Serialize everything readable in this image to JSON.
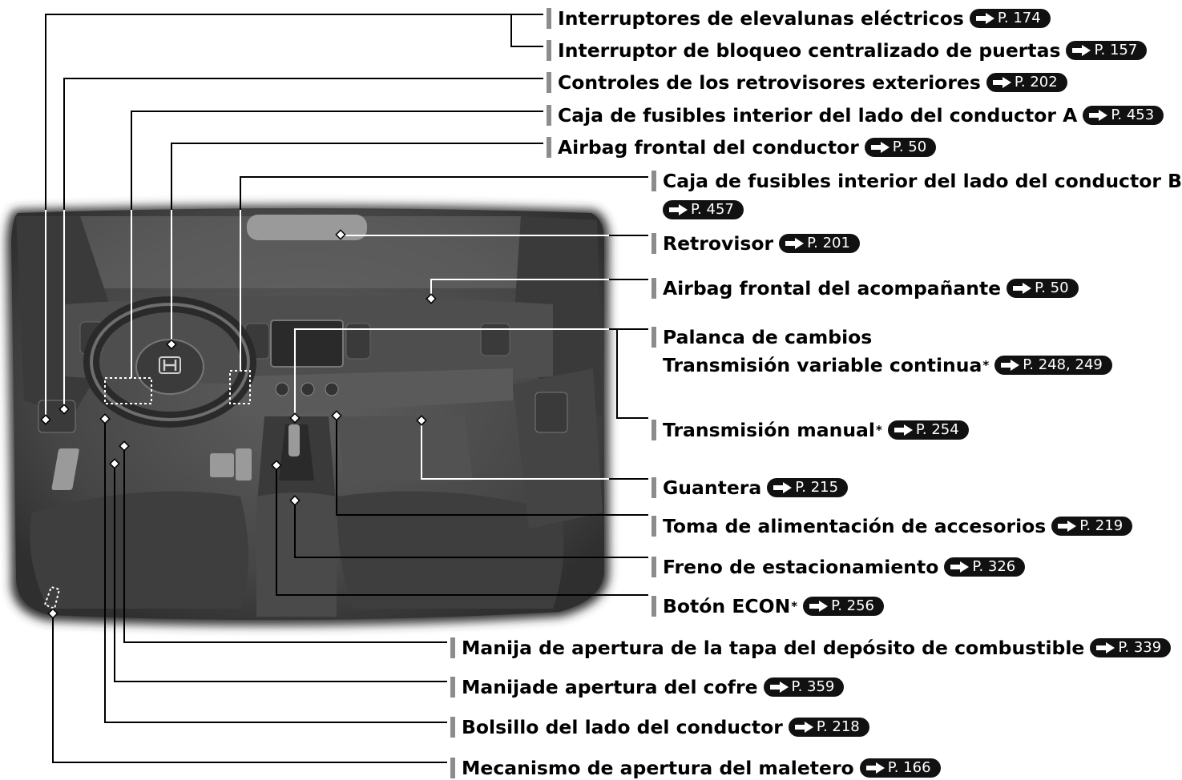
{
  "callouts": [
    {
      "id": "c1",
      "text": "Interruptores de elevalunas eléctricos",
      "ref": "P. 174"
    },
    {
      "id": "c2",
      "text": "Interruptor de bloqueo centralizado de puertas",
      "ref": "P. 157"
    },
    {
      "id": "c3",
      "text": "Controles de los retrovisores exteriores",
      "ref": "P. 202"
    },
    {
      "id": "c4",
      "text": "Caja de fusibles interior del lado del conductor A",
      "ref": "P. 453"
    },
    {
      "id": "c5",
      "text": "Airbag frontal del conductor",
      "ref": "P. 50"
    },
    {
      "id": "c6",
      "text": "Caja de fusibles interior del lado del conductor B",
      "ref": "P. 457"
    },
    {
      "id": "c7",
      "text": "Retrovisor",
      "ref": "P. 201"
    },
    {
      "id": "c8",
      "text": "Airbag frontal del acompañante",
      "ref": "P. 50"
    },
    {
      "id": "c9a",
      "text": "Palanca de cambios"
    },
    {
      "id": "c9b",
      "text": "Transmisión variable continua",
      "star": "*",
      "ref": "P. 248, 249"
    },
    {
      "id": "c10",
      "text": "Transmisión manual",
      "star": "*",
      "ref": "P. 254"
    },
    {
      "id": "c11",
      "text": "Guantera",
      "ref": "P. 215"
    },
    {
      "id": "c12",
      "text": "Toma de alimentación de accesorios",
      "ref": "P. 219"
    },
    {
      "id": "c13",
      "text": "Freno de estacionamiento",
      "ref": "P. 326"
    },
    {
      "id": "c14",
      "text": "Botón ECON",
      "star": "*",
      "ref": "P. 256"
    },
    {
      "id": "c15",
      "text": "Manija de apertura de la tapa del depósito de combustible",
      "ref": "P. 339"
    },
    {
      "id": "c16",
      "text": "Manijade apertura del cofre",
      "ref": "P. 359"
    },
    {
      "id": "c17",
      "text": "Bolsillo del lado del conductor",
      "ref": "P. 218"
    },
    {
      "id": "c18",
      "text": "Mecanismo de apertura del maletero",
      "ref": "P. 166"
    }
  ],
  "colors": {
    "ink": "#000000",
    "ref_badge": "#111111",
    "interior_dark": "#2b2b2b",
    "interior_mid": "#5a5a5a",
    "interior_light": "#8a8a8a"
  },
  "icons": {
    "ref_arrow": "page-ref-arrow-icon",
    "brand": "honda-logo-icon"
  }
}
